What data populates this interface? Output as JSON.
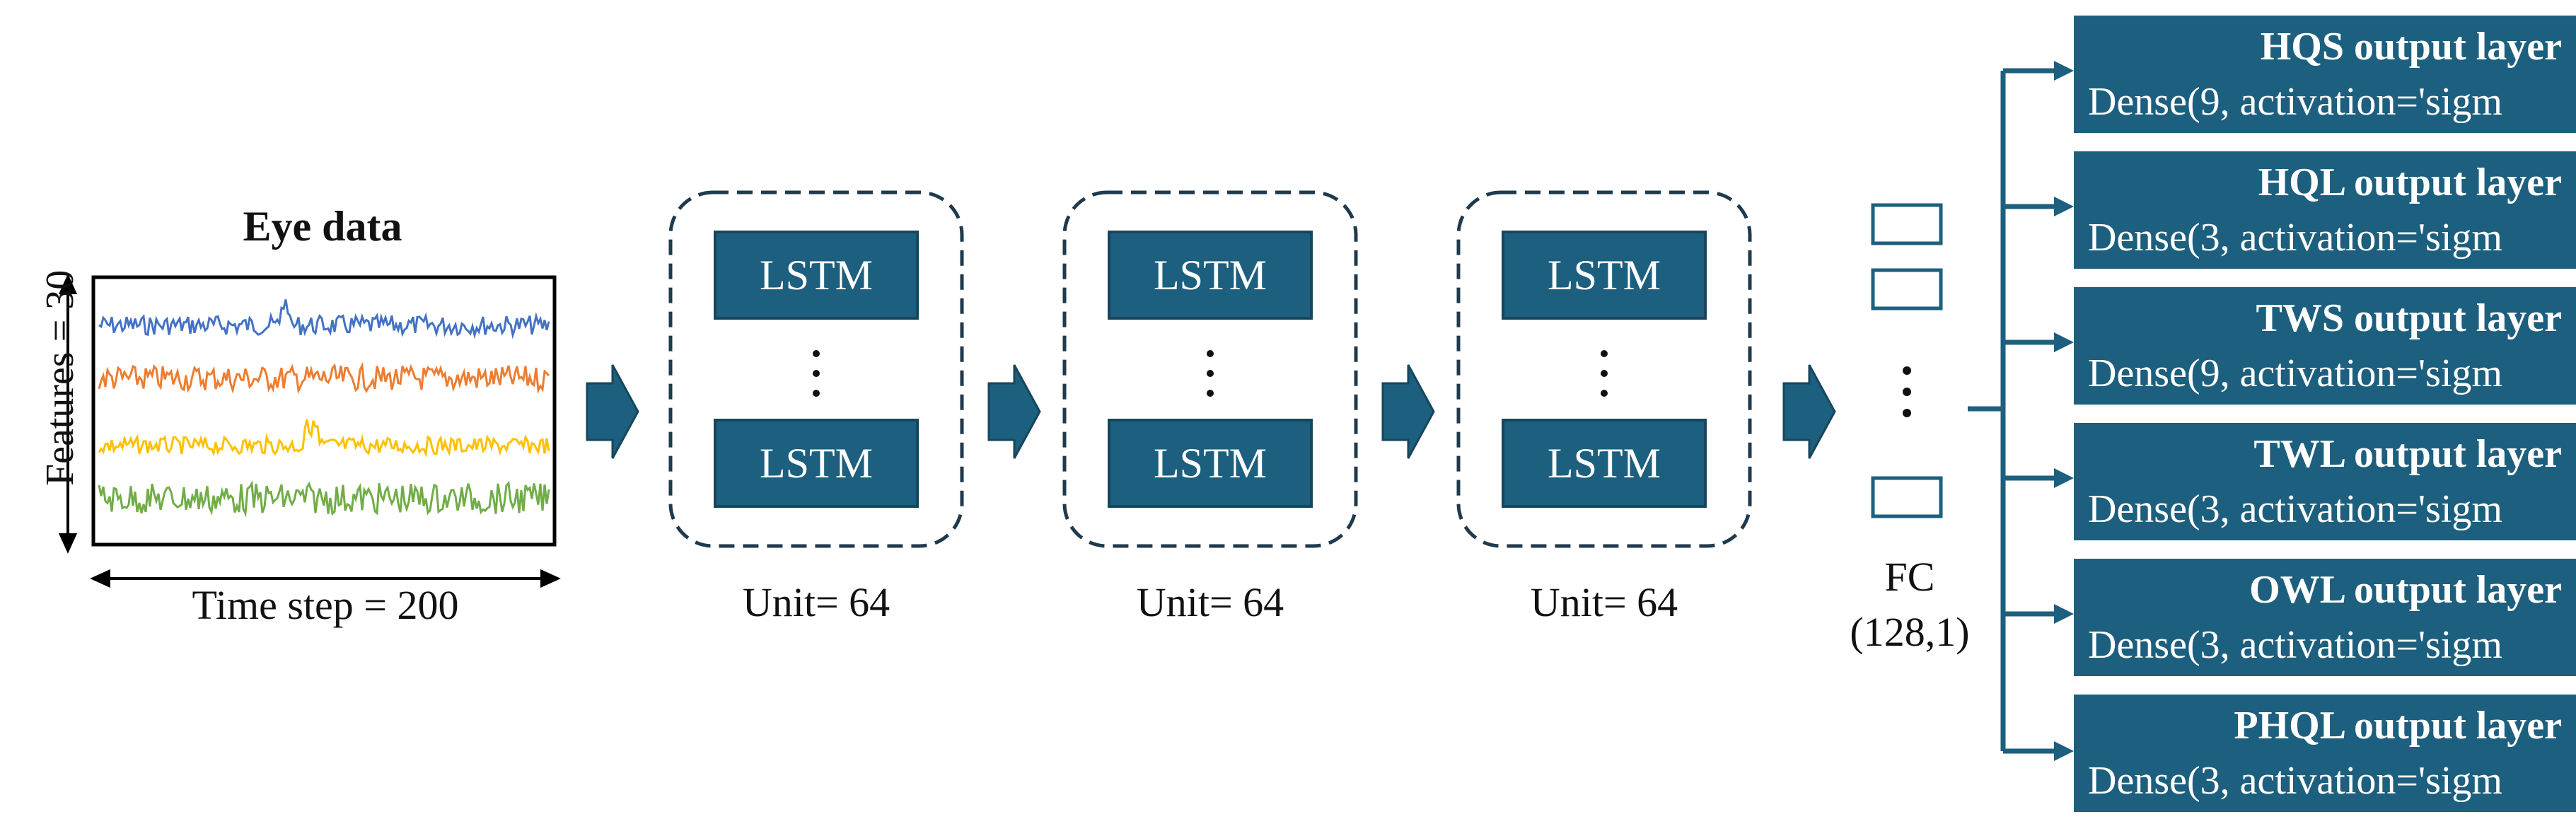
{
  "eye_panel": {
    "title": "Eye data",
    "x_label": "Time step = 200",
    "y_label": "Features = 30",
    "signal_colors": [
      "#4472c4",
      "#ed7d31",
      "#ffc000",
      "#70ad47"
    ]
  },
  "lstm_blocks": [
    {
      "cells": [
        "LSTM",
        "LSTM"
      ],
      "unit_label": "Unit= 64"
    },
    {
      "cells": [
        "LSTM",
        "LSTM"
      ],
      "unit_label": "Unit= 64"
    },
    {
      "cells": [
        "LSTM",
        "LSTM"
      ],
      "unit_label": "Unit= 64"
    }
  ],
  "fc": {
    "label": "FC",
    "shape": "(128,1)"
  },
  "outputs": [
    {
      "name": "HQS output layer",
      "dense": "Dense(9, activation='sigm"
    },
    {
      "name": "HQL output layer",
      "dense": "Dense(3, activation='sigm"
    },
    {
      "name": "TWS output layer",
      "dense": "Dense(9, activation='sigm"
    },
    {
      "name": "TWL output layer",
      "dense": "Dense(3, activation='sigm"
    },
    {
      "name": "OWL output layer",
      "dense": "Dense(3, activation='sigm"
    },
    {
      "name": "PHQL output layer",
      "dense": "Dense(3, activation='sigm"
    }
  ],
  "colors": {
    "block_fill": "#1d5f7e",
    "arrow": "#1d5f7e",
    "dashed_border": "#1f3a4d"
  }
}
